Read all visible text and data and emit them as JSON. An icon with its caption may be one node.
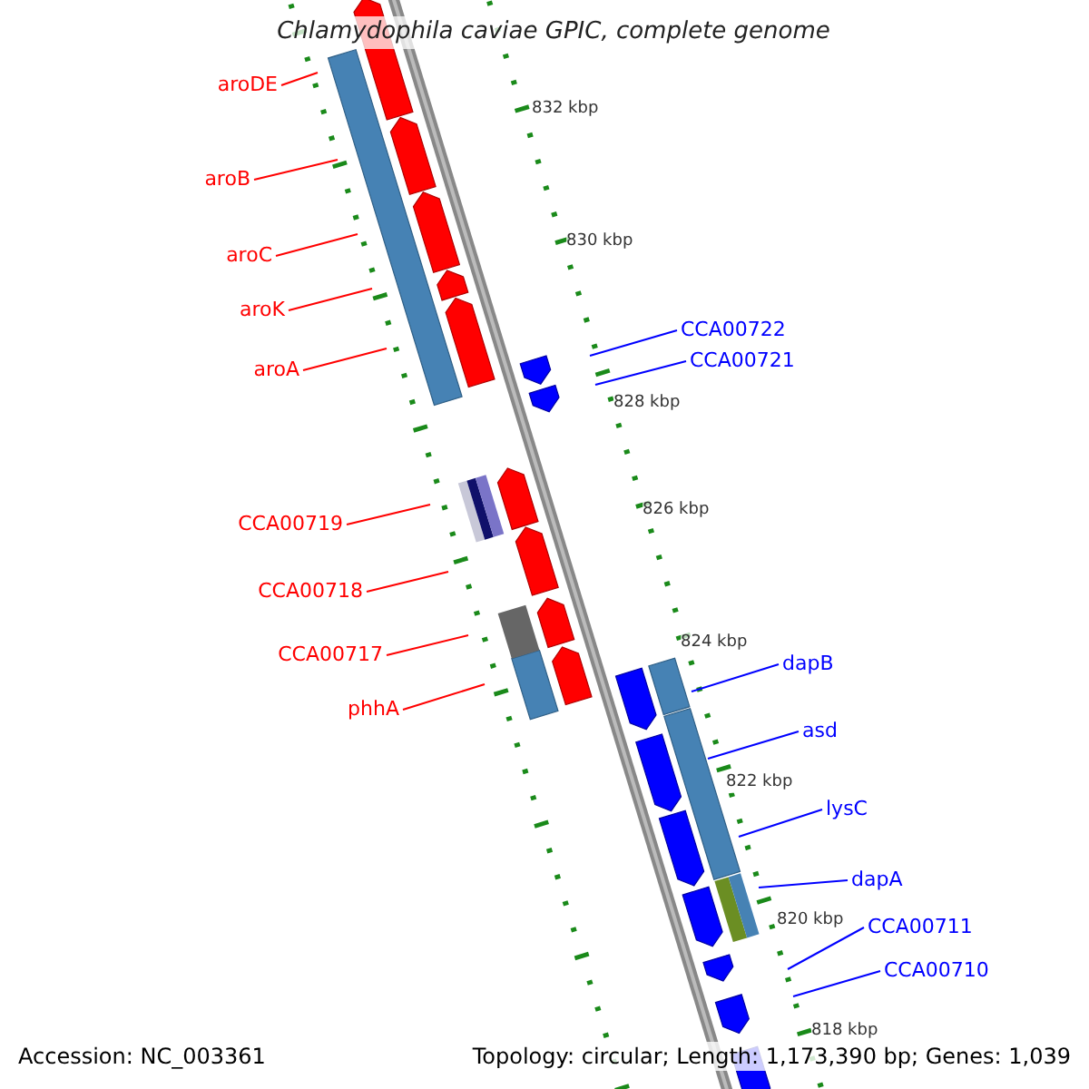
{
  "diagram": {
    "title": "Chlamydophila caviae GPIC, complete genome",
    "nodes": [
      {
        "text": [
          "aroDE"
        ]
      },
      {
        "text": [
          "aroB"
        ]
      },
      {
        "text": [
          "aroC"
        ]
      },
      {
        "text": [
          "aroK"
        ]
      },
      {
        "text": [
          "CCA00722"
        ]
      },
      {
        "text": [
          "CCA00721"
        ]
      },
      {
        "text": [
          "aroA"
        ]
      },
      {
        "text": [
          "CCA00719"
        ]
      },
      {
        "text": [
          "CCA00718"
        ]
      },
      {
        "text": [
          "CCA00717"
        ]
      },
      {
        "text": [
          "dapB"
        ]
      },
      {
        "text": [
          "phhA"
        ]
      },
      {
        "text": [
          "asd"
        ]
      },
      {
        "text": [
          "lysC"
        ]
      },
      {
        "text": [
          "dapA"
        ]
      },
      {
        "text": [
          "CCA00711"
        ]
      },
      {
        "text": [
          "CCA00710"
        ]
      }
    ],
    "edges": [
      {
        "from": 0,
        "to": null,
        "arrow": "none"
      },
      {
        "from": 1,
        "to": null,
        "arrow": "none"
      },
      {
        "from": 2,
        "to": null,
        "arrow": "none"
      },
      {
        "from": 3,
        "to": null,
        "arrow": "none"
      },
      {
        "from": 4,
        "to": null,
        "arrow": "none",
        "color": "#0000ff"
      },
      {
        "from": 5,
        "to": null,
        "arrow": "none",
        "color": "#0000ff"
      },
      {
        "from": 6,
        "to": null,
        "arrow": "none"
      },
      {
        "from": 7,
        "to": null,
        "arrow": "none"
      },
      {
        "from": 8,
        "to": null,
        "arrow": "none"
      },
      {
        "from": 9,
        "to": null,
        "arrow": "none"
      },
      {
        "from": 10,
        "to": null,
        "arrow": "none",
        "color": "#0000ff"
      },
      {
        "from": 11,
        "to": null,
        "arrow": "none"
      },
      {
        "from": 12,
        "to": null,
        "arrow": "none",
        "color": "#0000ff"
      },
      {
        "from": 13,
        "to": null,
        "arrow": "none",
        "color": "#0000ff"
      },
      {
        "from": 14,
        "to": null,
        "arrow": "none",
        "color": "#0000ff"
      },
      {
        "from": 15,
        "to": null,
        "arrow": "none",
        "color": "#0000ff"
      },
      {
        "from": 16,
        "to": null,
        "arrow": "none",
        "color": "#0000ff"
      }
    ],
    "labels": [
      "832 kbp",
      "830 kbp",
      "828 kbp",
      "826 kbp",
      "824 kbp",
      "822 kbp",
      "820 kbp",
      "818 kbp",
      "Accession: NC_003361",
      "Topology: circular; Length: 1,173,390 bp; Genes: 1,039"
    ]
  }
}
